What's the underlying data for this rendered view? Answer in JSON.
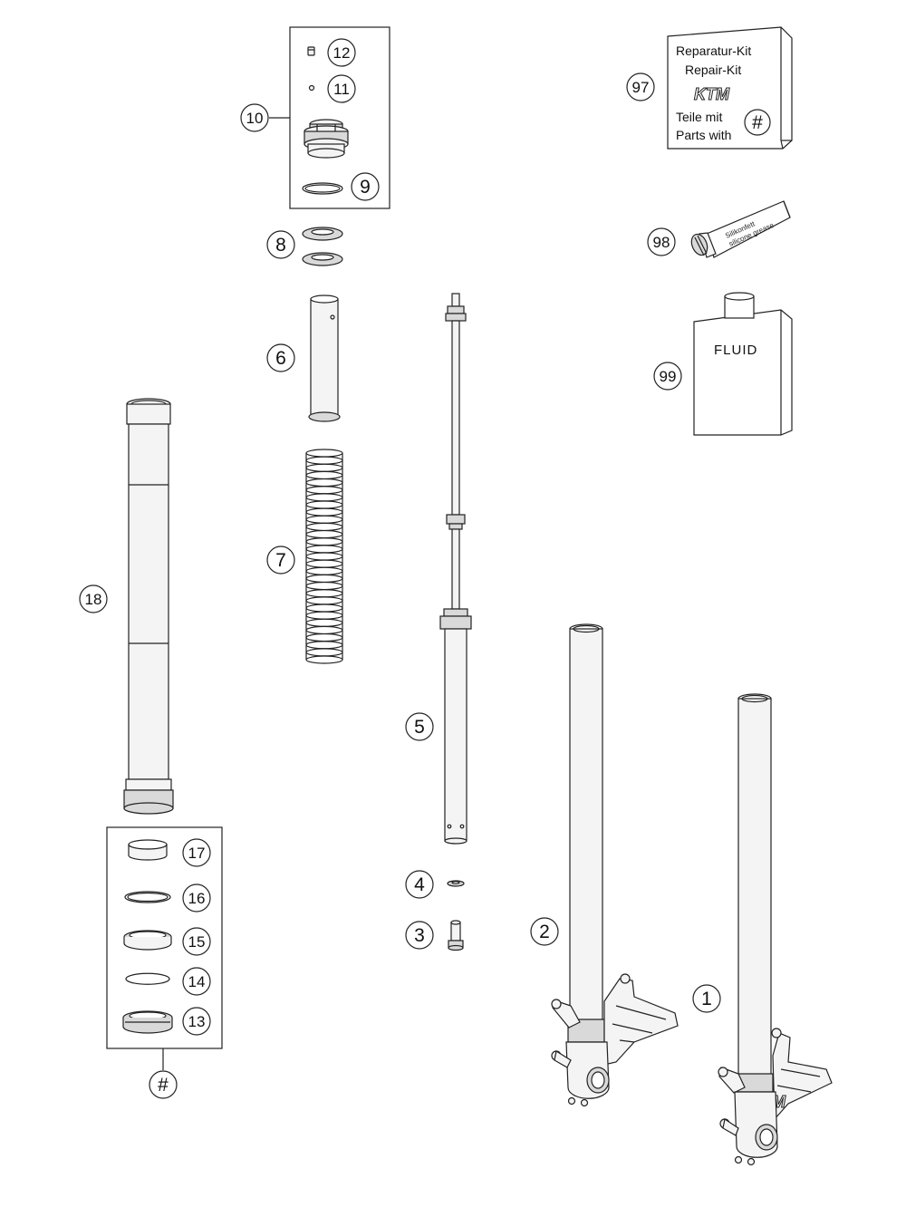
{
  "callouts": [
    {
      "id": "c12",
      "text": "12"
    },
    {
      "id": "c11",
      "text": "11"
    },
    {
      "id": "c10",
      "text": "10"
    },
    {
      "id": "c9",
      "text": "9"
    },
    {
      "id": "c8",
      "text": "8"
    },
    {
      "id": "c6",
      "text": "6"
    },
    {
      "id": "c7",
      "text": "7"
    },
    {
      "id": "c18",
      "text": "18"
    },
    {
      "id": "c5",
      "text": "5"
    },
    {
      "id": "c4",
      "text": "4"
    },
    {
      "id": "c3",
      "text": "3"
    },
    {
      "id": "c2",
      "text": "2"
    },
    {
      "id": "c1",
      "text": "1"
    },
    {
      "id": "c17",
      "text": "17"
    },
    {
      "id": "c16",
      "text": "16"
    },
    {
      "id": "c15",
      "text": "15"
    },
    {
      "id": "c14",
      "text": "14"
    },
    {
      "id": "c13",
      "text": "13"
    },
    {
      "id": "chash",
      "text": "#"
    },
    {
      "id": "c97",
      "text": "97"
    },
    {
      "id": "c98",
      "text": "98"
    },
    {
      "id": "c99",
      "text": "99"
    }
  ],
  "repair_kit": {
    "line1": "Reparatur-Kit",
    "line2": "Repair-Kit",
    "logo": "KTM",
    "line3": "Teile mit",
    "line4": "Parts with",
    "marker": "#"
  },
  "tube_label": {
    "line1": "Silikonfett",
    "line2": "silicone grease"
  },
  "fluid_label": "FLUID",
  "icons": [
    "repair-kit-box",
    "grease-tube",
    "fluid-bottle"
  ]
}
